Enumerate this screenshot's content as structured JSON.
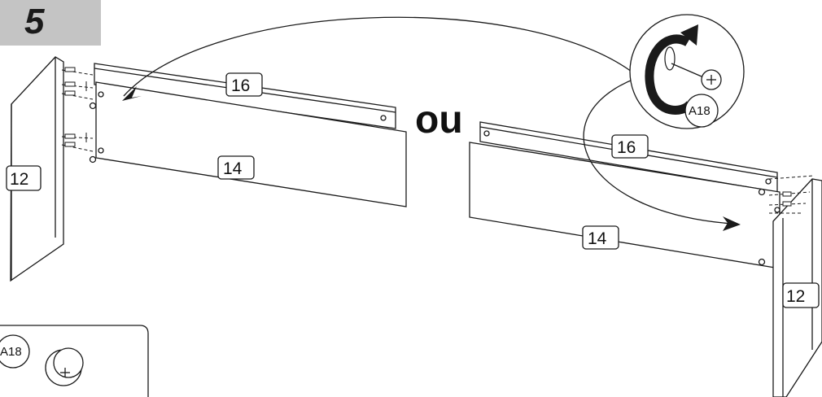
{
  "step": {
    "number": "5"
  },
  "separator": {
    "text": "ou"
  },
  "parts": {
    "side_panel": "12",
    "back_rail": "16",
    "front_panel": "14"
  },
  "fitting": {
    "code": "A18"
  },
  "colors": {
    "step_bg": "#c4c4c4",
    "line": "#1a1a1a"
  }
}
